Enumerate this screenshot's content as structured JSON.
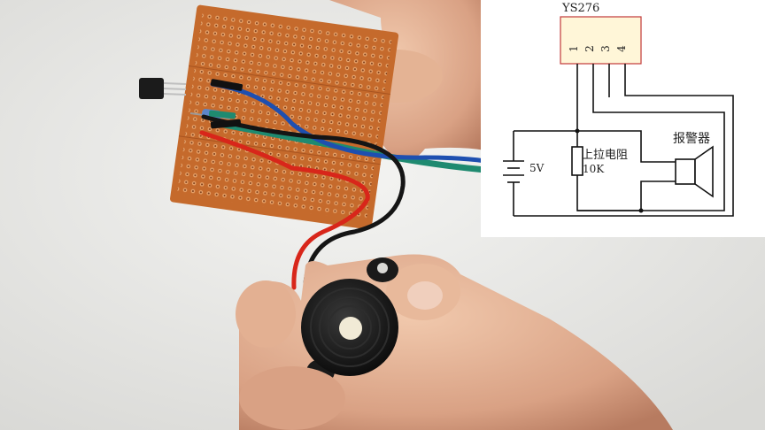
{
  "schematic": {
    "chip_label": "YS276",
    "pins": [
      "1",
      "2",
      "3",
      "4"
    ],
    "resistor_label": "上拉电阻",
    "resistor_value": "10K",
    "battery_label": "5V",
    "alarm_label": "报警器"
  },
  "colors": {
    "background": "#e9e9e7",
    "pcb": "#c56a2c",
    "wire_red": "#d8261a",
    "wire_black": "#151515",
    "wire_green": "#1f8a70",
    "wire_blue": "#1e4fb0",
    "buzzer": "#1a1a1a",
    "chip_fill": "#fff6d8",
    "chip_border": "#c23a3a"
  }
}
